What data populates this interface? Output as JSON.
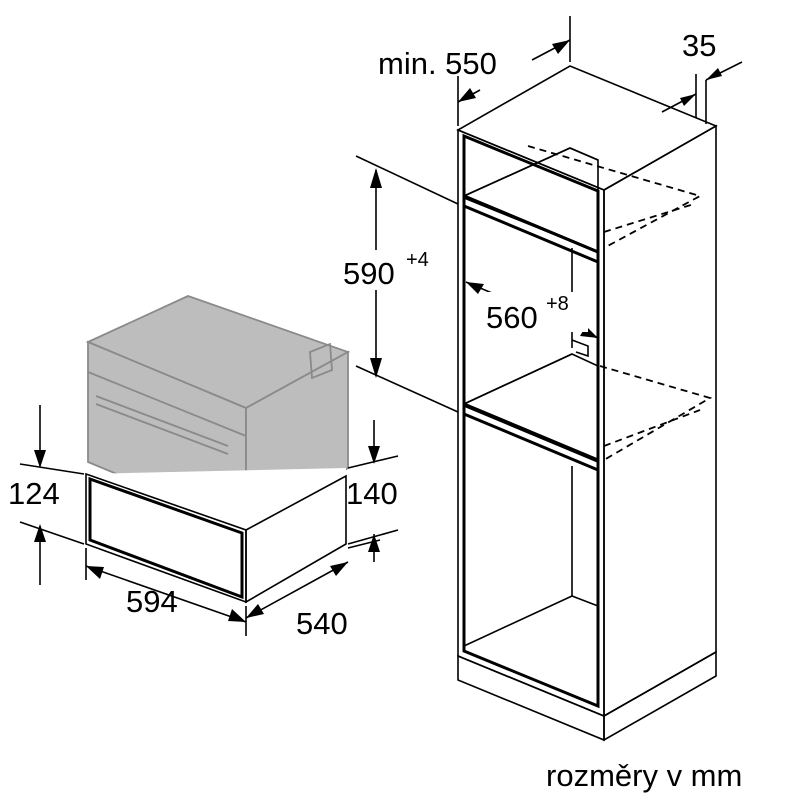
{
  "dimensions": {
    "cabinet_depth_min": "min. 550",
    "cabinet_offset": "35",
    "niche_height": "590",
    "niche_height_tol": "+4",
    "niche_width": "560",
    "niche_width_tol": "+8",
    "drawer_front_height": "124",
    "drawer_body_height": "140",
    "drawer_width": "594",
    "drawer_depth": "540"
  },
  "footer": {
    "unit_note": "rozměry v mm"
  }
}
